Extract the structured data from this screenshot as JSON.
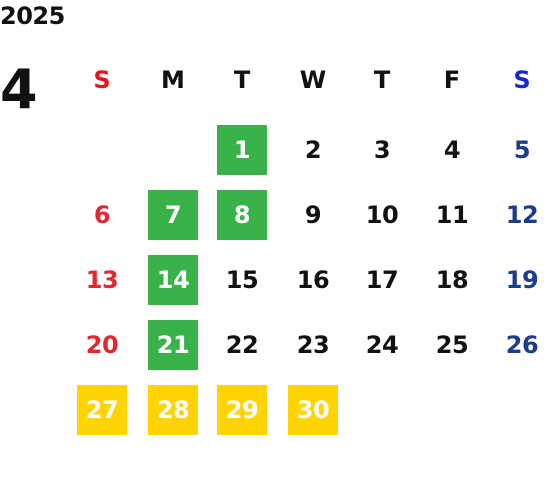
{
  "calendar": {
    "year": "2025",
    "month": "4",
    "weekdays": [
      "S",
      "M",
      "T",
      "W",
      "T",
      "F",
      "S"
    ],
    "weeks": [
      [
        null,
        null,
        1,
        2,
        3,
        4,
        5
      ],
      [
        6,
        7,
        8,
        9,
        10,
        11,
        12
      ],
      [
        13,
        14,
        15,
        16,
        17,
        18,
        19
      ],
      [
        20,
        21,
        22,
        23,
        24,
        25,
        26
      ],
      [
        27,
        28,
        29,
        30,
        null,
        null,
        null
      ]
    ],
    "highlight_green": [
      1,
      7,
      8,
      14,
      21
    ],
    "highlight_yellow": [
      27,
      28,
      29,
      30
    ]
  },
  "colors": {
    "sunday_header": "#e8141e",
    "saturday_header": "#1428d2",
    "sunday_date": "#e0282e",
    "saturday_date": "#1e3c8c",
    "weekday_text": "#111111",
    "green_bg": "#39b24a",
    "yellow_bg": "#ffd400",
    "highlight_text": "#ffffff"
  }
}
